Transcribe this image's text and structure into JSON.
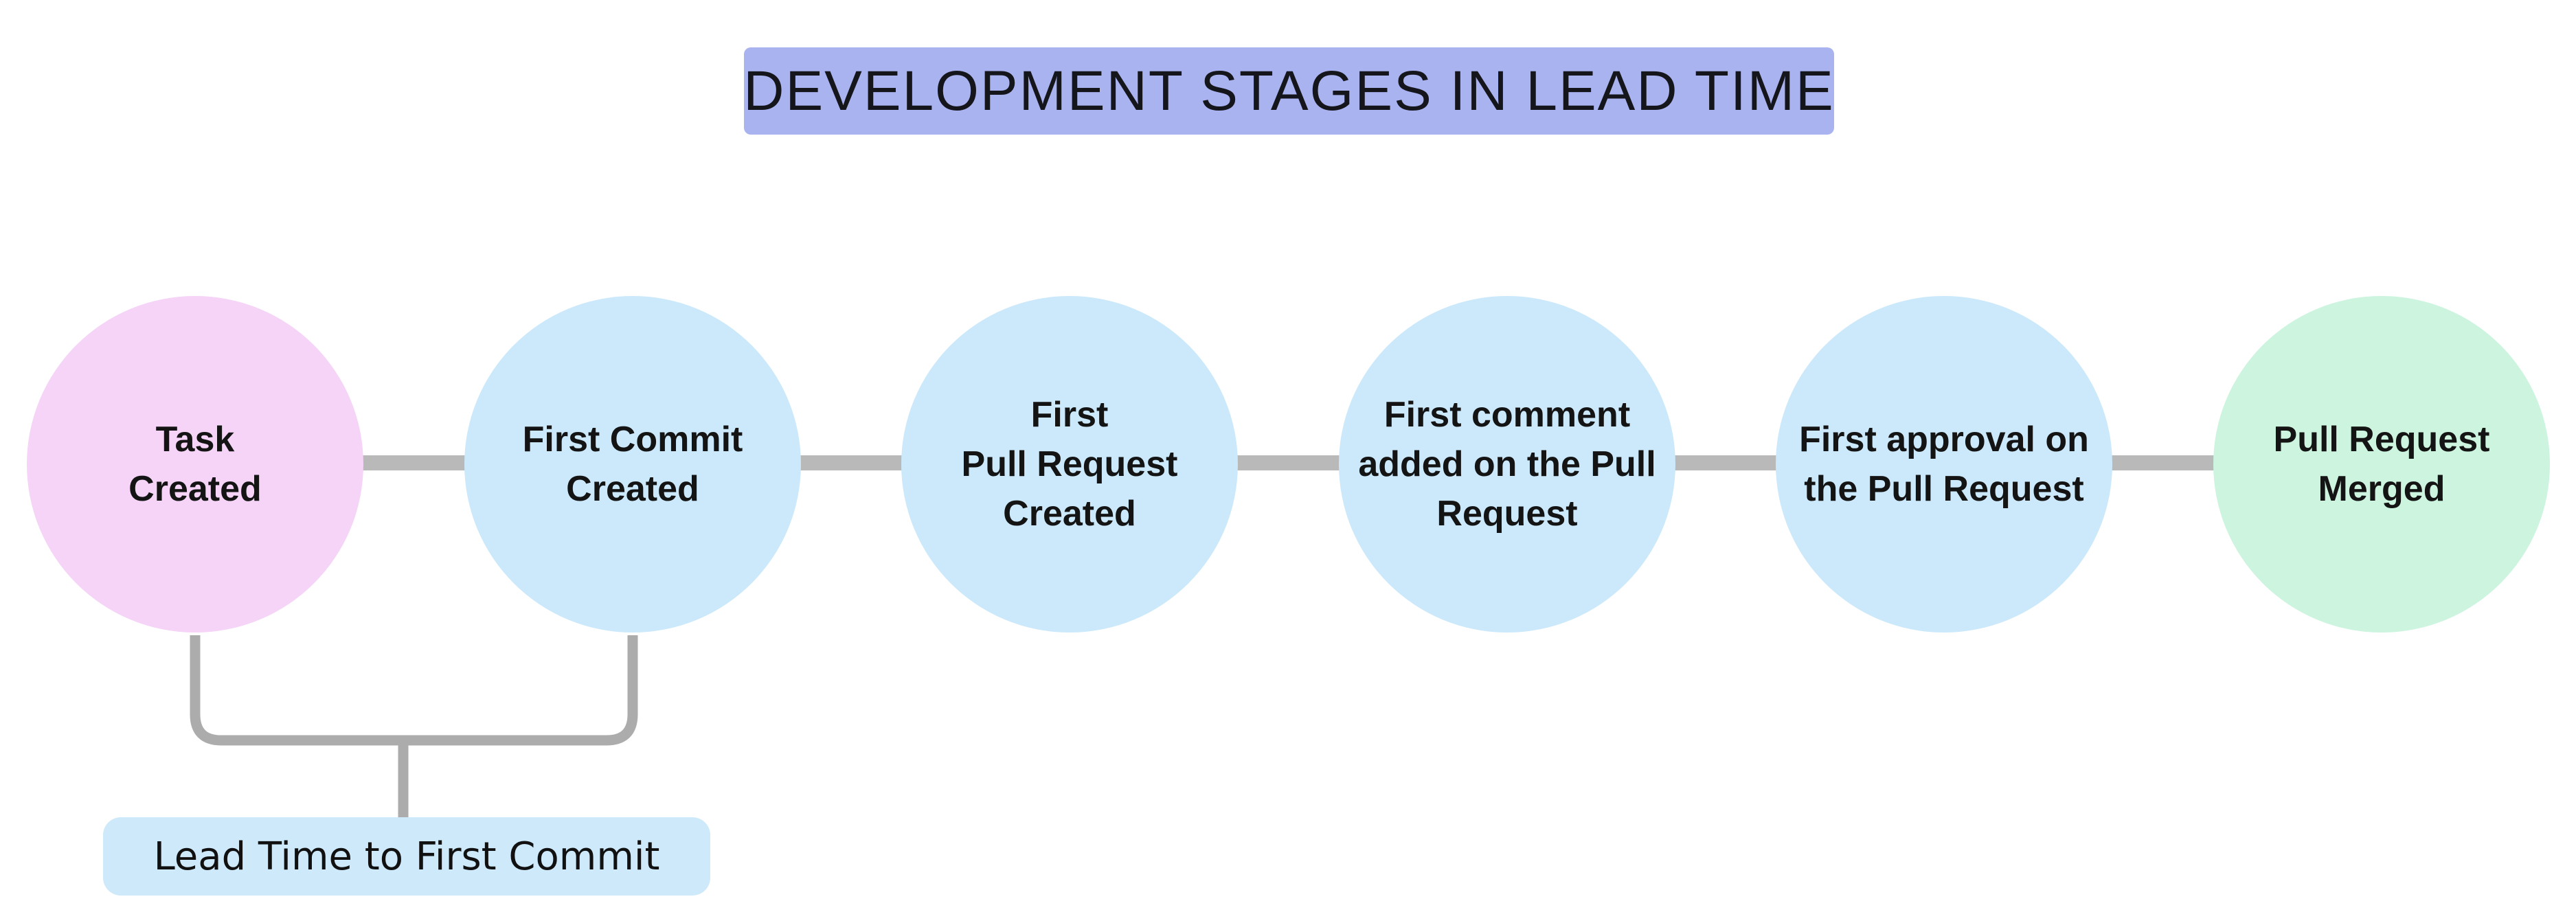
{
  "title": "DEVELOPMENT STAGES IN LEAD TIME",
  "colors": {
    "banner_bg": "#a9b3f0",
    "connector": "#b9b9b9",
    "bracket": "#acacac",
    "stage_text": "#141414",
    "annotation_bg": "#cde9fa"
  },
  "stages": [
    {
      "label": "Task\nCreated",
      "fill": "#f5d4f8"
    },
    {
      "label": "First Commit\nCreated",
      "fill": "#cbe9fb"
    },
    {
      "label": "First\nPull Request\nCreated",
      "fill": "#cbe9fb"
    },
    {
      "label": "First comment\nadded on the Pull\nRequest",
      "fill": "#cbe9fb"
    },
    {
      "label": "First approval on\nthe Pull Request",
      "fill": "#cbe9fb"
    },
    {
      "label": "Pull Request\nMerged",
      "fill": "#ccf4df"
    }
  ],
  "annotation": {
    "label": "Lead Time to First Commit"
  }
}
